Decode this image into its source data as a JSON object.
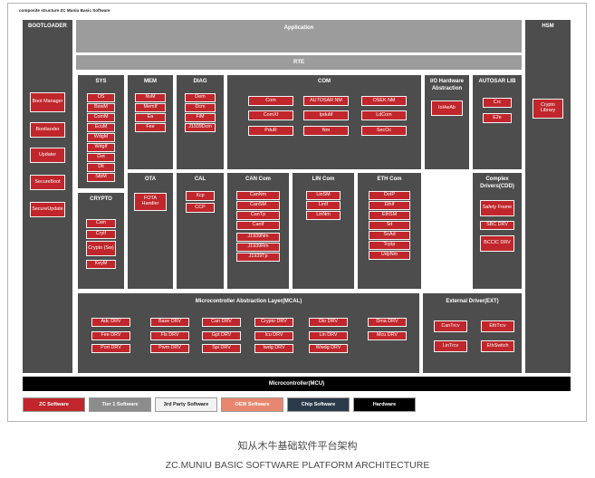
{
  "diagram_title": "composite structure ZC Muniu Basic Software",
  "caption_zh": "知从木牛基础软件平台架构",
  "caption_en": "ZC.MUNIU BASIC SOFTWARE PLATFORM ARCHITECTURE",
  "colors": {
    "zc_software": "#c0262b",
    "tier1_software": "#8c8c8c",
    "third_party_software": "#f2f2f2",
    "oem_software": "#e8876f",
    "chip_software": "#2b3a4a",
    "hardware": "#000000",
    "layer_block": "#4d4d4d",
    "light_block": "#9c9c9c"
  },
  "bootloader": {
    "title": "BOOTLOADER",
    "items": [
      "Boot Manager",
      "Bootlaoder",
      "Updater",
      "SecureBoot",
      "SecureUpdate"
    ]
  },
  "hsm": {
    "title": "HSM",
    "items": [
      "Crypto Library"
    ]
  },
  "application": {
    "title": "Application"
  },
  "rte": {
    "title": "RTE"
  },
  "sys": {
    "title": "SYS",
    "items": [
      "OS",
      "BswM",
      "ComM",
      "EcuM",
      "WdgM",
      "WdgIf",
      "Det",
      "Dlt",
      "StbM"
    ]
  },
  "mem": {
    "title": "MEM",
    "items": [
      "NvM",
      "MemIf",
      "Ea",
      "Fee"
    ]
  },
  "diag": {
    "title": "DIAG",
    "items": [
      "Dem",
      "Dcm",
      "FiM",
      "J1939Dcm"
    ]
  },
  "com": {
    "title": "COM",
    "items": [
      "Com",
      "AUTOSAR NM",
      "OSEK NM",
      "ComXf",
      "IpduM",
      "LdCom",
      "PduR",
      "Nm",
      "SecOc"
    ]
  },
  "io_hw": {
    "title": "I/O Hardware Abstraction",
    "items": [
      "IoHwAb"
    ]
  },
  "autosar_lib": {
    "title": "AUTOSAR LIB",
    "items": [
      "Crc",
      "E2e"
    ]
  },
  "crypto": {
    "title": "CRYPTO",
    "items": [
      "Csm",
      "CryIf",
      "Crypto (Sw)",
      "KeyM"
    ]
  },
  "ota": {
    "title": "OTA",
    "items": [
      "FOTA Handler"
    ]
  },
  "cal": {
    "title": "CAL",
    "items": [
      "Xcp",
      "CCP"
    ]
  },
  "can_com": {
    "title": "CAN Com",
    "items": [
      "CanNm",
      "CanSM",
      "CanTp",
      "CanIf",
      "J1939Nm",
      "J1939Rm",
      "J1939Tp"
    ]
  },
  "lin_com": {
    "title": "LIN Com",
    "items": [
      "LinSM",
      "LinIf",
      "LinNm"
    ]
  },
  "eth_com": {
    "title": "ETH Com",
    "items": [
      "DoIP",
      "EthIf",
      "EthSM",
      "Sd",
      "SoAd",
      "TcpIp",
      "UdpNm"
    ]
  },
  "cdd": {
    "title": "Complex Drivers(CDD)",
    "items": [
      "Safety Frame",
      "SBC DRV",
      "BCCIC DRV"
    ]
  },
  "mcal": {
    "title": "Microcontroller Abstraction Layer(MCAL)",
    "items": [
      "Adc DRV",
      "Base DRV",
      "Can DRV",
      "Crypto DRV",
      "Dio DRV",
      "Dma DRV",
      "Fee DRV",
      "Fls DRV",
      "Gpt DRV",
      "Icu DRV",
      "Lin DRV",
      "Mcu DRV",
      "Port DRV",
      "Pwm DRV",
      "Spi DRV",
      "Iwdg DRV",
      "Wwdg DRV"
    ]
  },
  "ext": {
    "title": "External Driver(EXT)",
    "items": [
      "CanTrcv",
      "EthTrcv",
      "LinTrcv",
      "EthSwitch"
    ]
  },
  "mcu": {
    "title": "Microcontroller(MCU)"
  },
  "legend": [
    "ZC Software",
    "Tier 1 Software",
    "3rd Party Software",
    "OEM Software",
    "Chip Software",
    "Hardware"
  ]
}
